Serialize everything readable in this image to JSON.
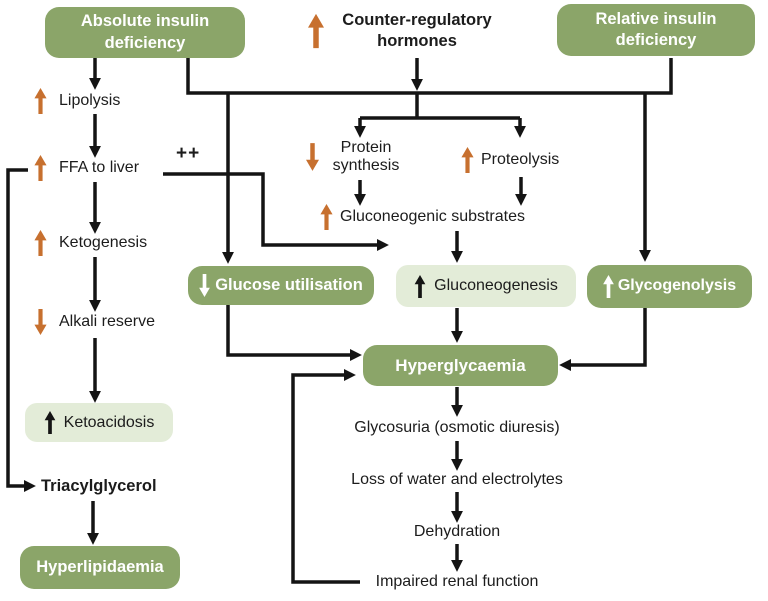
{
  "diagram": {
    "colors": {
      "dark_green": "#8BA569",
      "light_green": "#E3ECD8",
      "orange": "#C7702F",
      "line": "#141414"
    },
    "nodes": {
      "absolute_insulin_deficiency": {
        "label": "Absolute insulin deficiency"
      },
      "counter_regulatory_hormones": {
        "label": "Counter-regulatory hormones"
      },
      "relative_insulin_deficiency": {
        "label": "Relative insulin deficiency"
      },
      "lipolysis": {
        "label": "Lipolysis"
      },
      "ffa_to_liver": {
        "label": "FFA to liver"
      },
      "plus_plus": {
        "label": "++"
      },
      "ketogenesis": {
        "label": "Ketogenesis"
      },
      "alkali_reserve": {
        "label": "Alkali reserve"
      },
      "ketoacidosis": {
        "label": "Ketoacidosis"
      },
      "triacylglycerol": {
        "label": "Triacylglycerol"
      },
      "hyperlipidaemia": {
        "label": "Hyperlipidaemia"
      },
      "protein_synthesis": {
        "label": "Protein synthesis"
      },
      "proteolysis": {
        "label": "Proteolysis"
      },
      "gluconeogenic_substrates": {
        "label": "Gluconeogenic substrates"
      },
      "glucose_utilisation": {
        "label": "Glucose utilisation"
      },
      "gluconeogenesis": {
        "label": "Gluconeogenesis"
      },
      "glycogenolysis": {
        "label": "Glycogenolysis"
      },
      "hyperglycaemia": {
        "label": "Hyperglycaemia"
      },
      "glycosuria": {
        "label": "Glycosuria (osmotic diuresis)"
      },
      "loss_of_water": {
        "label": "Loss of water and electrolytes"
      },
      "dehydration": {
        "label": "Dehydration"
      },
      "impaired_renal_function": {
        "label": "Impaired renal function"
      }
    }
  }
}
